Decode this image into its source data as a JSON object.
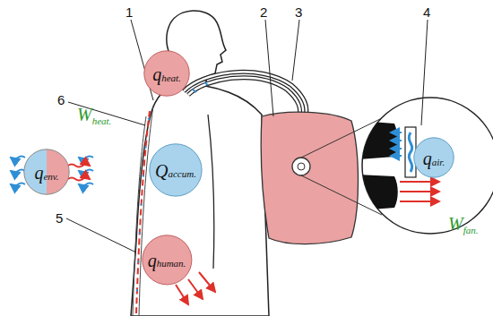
{
  "diagram": {
    "nodes": [
      {
        "text": [
          "q",
          "heat."
        ]
      },
      {
        "text": [
          "q",
          "env."
        ]
      },
      {
        "text": [
          "Q",
          "accum."
        ]
      },
      {
        "text": [
          "q",
          "human."
        ]
      },
      {
        "text": [
          "q",
          "air."
        ]
      }
    ],
    "labels": [
      "1",
      "2",
      "3",
      "4",
      "6",
      "5",
      "W",
      "heat.",
      "W",
      "fan."
    ]
  }
}
